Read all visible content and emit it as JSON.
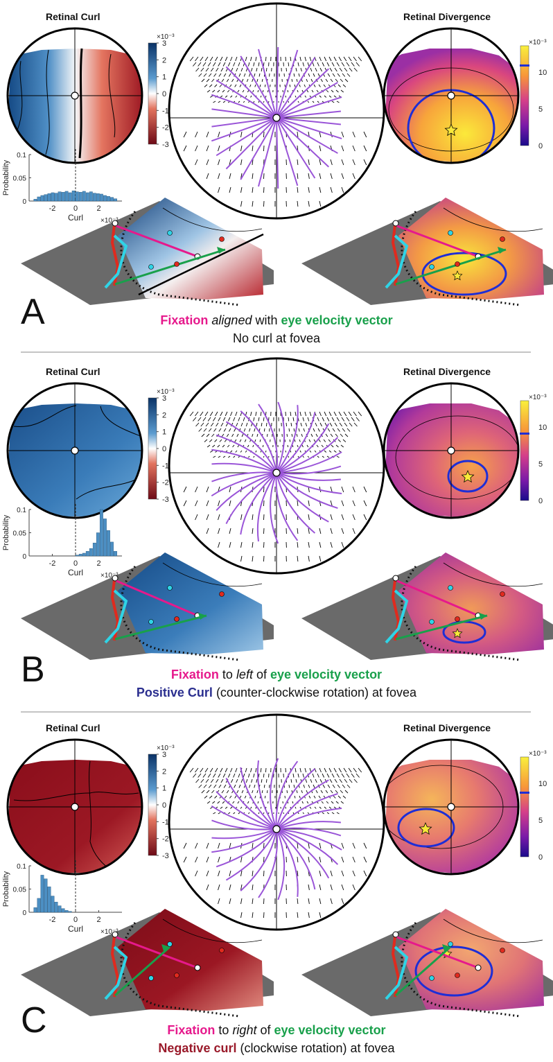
{
  "panels": [
    {
      "letter": "A",
      "curl_title": "Retinal Curl",
      "div_title": "Retinal Divergence",
      "caption1": {
        "a": "Fixation",
        "b": " aligned",
        "c": " with ",
        "d": "eye velocity vector"
      },
      "caption2": {
        "a": "No curl at fovea",
        "b": ""
      },
      "hist": [
        0.004,
        0.009,
        0.012,
        0.014,
        0.016,
        0.018,
        0.017,
        0.02,
        0.019,
        0.021,
        0.018,
        0.022,
        0.02,
        0.019,
        0.021,
        0.018,
        0.02,
        0.017,
        0.016,
        0.015,
        0.012,
        0.01,
        0.008,
        0.005
      ]
    },
    {
      "letter": "B",
      "curl_title": "Retinal Curl",
      "div_title": "Retinal Divergence",
      "caption1": {
        "a": "Fixation",
        "b": " to ",
        "c": "left",
        "d": " of ",
        "e": "eye velocity vector"
      },
      "caption2": {
        "a": "Positive Curl",
        "b": " (counter-clockwise rotation) at fovea"
      },
      "hist": [
        0,
        0,
        0,
        0,
        0,
        0,
        0,
        0,
        0,
        0,
        0,
        0,
        0.002,
        0.004,
        0.006,
        0.01,
        0.016,
        0.028,
        0.05,
        0.1,
        0.08,
        0.055,
        0.03,
        0.01
      ]
    },
    {
      "letter": "C",
      "curl_title": "Retinal Curl",
      "div_title": "Retinal Divergence",
      "caption1": {
        "a": "Fixation",
        "b": " to ",
        "c": "right",
        "d": " of ",
        "e": "eye velocity vector"
      },
      "caption2": {
        "a": "Negative curl",
        "b": " (clockwise rotation) at fovea"
      },
      "hist": [
        0.01,
        0.03,
        0.08,
        0.072,
        0.055,
        0.035,
        0.022,
        0.014,
        0.008,
        0.004,
        0.002,
        0,
        0,
        0,
        0,
        0,
        0,
        0,
        0,
        0,
        0,
        0,
        0,
        0
      ]
    }
  ],
  "curl_colorbar": {
    "exp": "×10⁻³",
    "ticks": [
      "3",
      "2",
      "1",
      "0",
      "-1",
      "-2",
      "-3"
    ]
  },
  "div_colorbar": {
    "exp": "×10⁻³",
    "ticks": [
      "10",
      "5",
      "0"
    ]
  },
  "hist_axes": {
    "ylabel": "Probability",
    "xlabel": "Curl",
    "yticks": [
      "0.1",
      "0.05",
      "0"
    ],
    "xticks": [
      "-2",
      "0",
      "2"
    ]
  },
  "ground_exp": "×10⁻³",
  "colors": {
    "magenta": "#e6198c",
    "green": "#19a04b",
    "curl_pos": "#1f5a96",
    "curl_neg": "#8e0f1c",
    "div_hi": "#f8e93a",
    "div_lo": "#2a0a8c"
  }
}
